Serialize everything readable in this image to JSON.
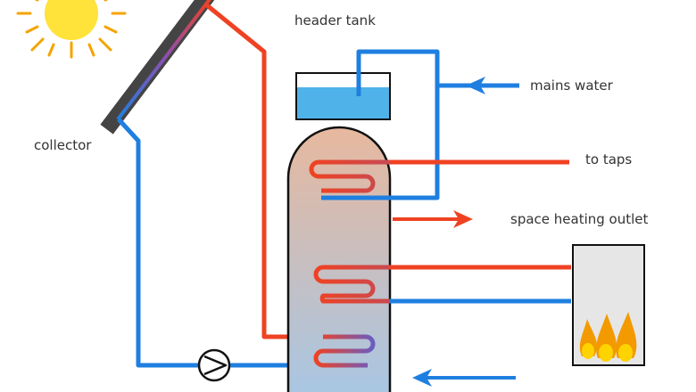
{
  "labels": {
    "header_tank": "header tank",
    "mains_water": "mains water",
    "collector": "collector",
    "to_taps": "to taps",
    "space_heating_outlet": "space heating outlet"
  },
  "colors": {
    "hot_pipe": "#ef4223",
    "cold_pipe": "#1f7fe0",
    "mixed_coil": "#6b5cc0",
    "tank_top": "#e7b89e",
    "tank_bottom": "#a9c6e2",
    "header_water": "#4fb3ea",
    "sun_core": "#ffe23a",
    "sun_rays": "#f5a300",
    "collector_frame": "#444444",
    "boiler_fill": "#e6e6e6",
    "flame_outer": "#f29a00",
    "flame_inner": "#ffd300"
  },
  "icons": [
    "sun-icon",
    "pump-icon",
    "flame-icon",
    "arrow-icon"
  ]
}
